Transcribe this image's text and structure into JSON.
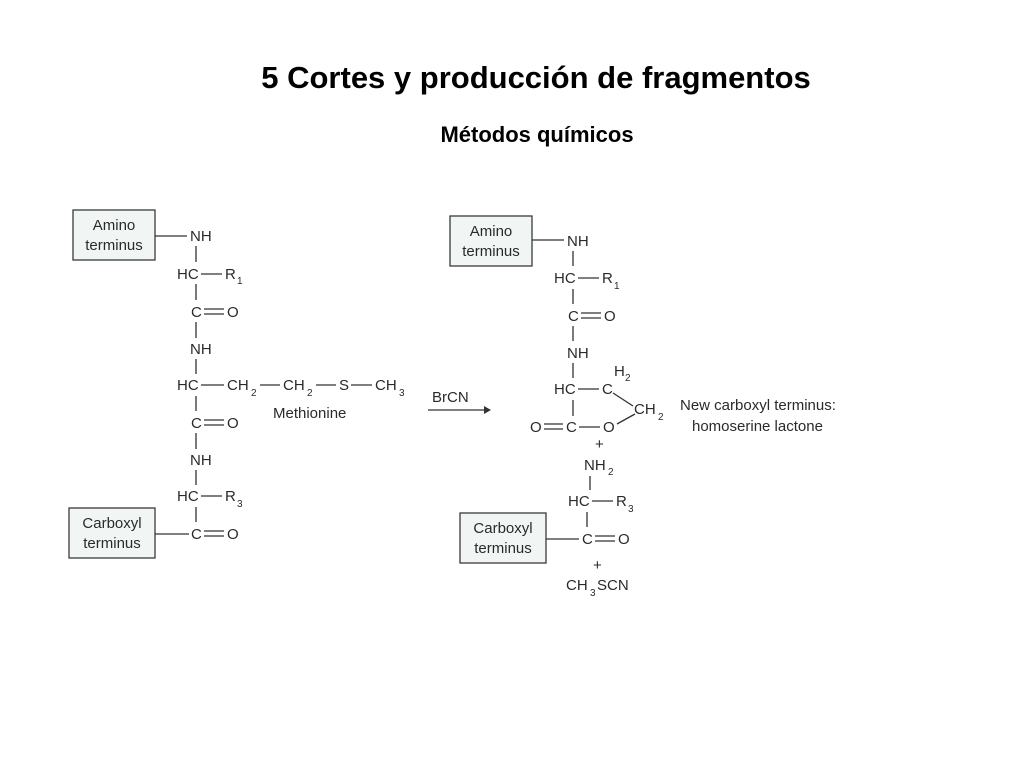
{
  "title": "5 Cortes y producción de fragmentos",
  "subtitle": "Métodos químicos",
  "left_structure": {
    "amino_box": [
      "Amino",
      "terminus"
    ],
    "carboxyl_box": [
      "Carboxyl",
      "terminus"
    ],
    "atoms": {
      "nh1": "NH",
      "hc1": "HC",
      "r": "R",
      "r1_sub": "1",
      "c1": "C",
      "o1": "O",
      "nh2": "NH",
      "hc2": "HC",
      "ch2a": "CH",
      "ch2a_sub": "2",
      "ch2b": "CH",
      "ch2b_sub": "2",
      "s": "S",
      "ch3": "CH",
      "ch3_sub": "3",
      "c2": "C",
      "o2": "O",
      "nh3": "NH",
      "hc3": "HC",
      "r3": "R",
      "r3_sub": "3",
      "c3": "C",
      "o3": "O"
    },
    "side_chain_label": "Methionine"
  },
  "reagent": "BrCN",
  "right_structure": {
    "amino_box": [
      "Amino",
      "terminus"
    ],
    "carboxyl_box": [
      "Carboxyl",
      "terminus"
    ],
    "atoms": {
      "nh1": "NH",
      "hc1": "HC",
      "r": "R",
      "r1_sub": "1",
      "c1": "C",
      "o1": "O",
      "nh2": "NH",
      "hc2": "HC",
      "h2": "H",
      "h2_sub": "2",
      "c_ring": "C",
      "ch2_ring": "CH",
      "ch2_ring_sub": "2",
      "o_exo": "O",
      "c_lac": "C",
      "o_ring": "O",
      "plus1": "+",
      "nh2_amine": "NH",
      "nh2_amine_sub": "2",
      "hc3": "HC",
      "r3": "R",
      "r3_sub": "3",
      "c3": "C",
      "o3": "O",
      "plus2": "+",
      "ch3scn_a": "CH",
      "ch3scn_sub": "3",
      "ch3scn_b": "SCN"
    },
    "annotation": [
      "New carboxyl terminus:",
      "homoserine lactone"
    ]
  }
}
